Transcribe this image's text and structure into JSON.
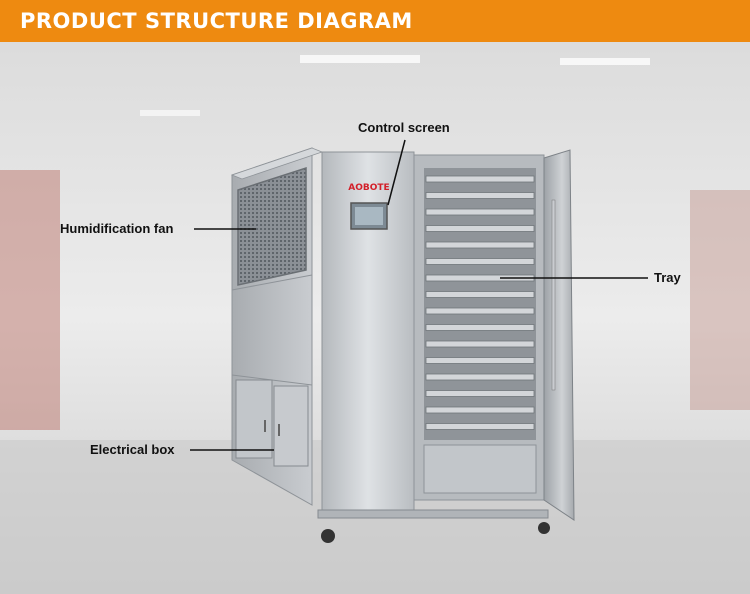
{
  "header": {
    "title": "PRODUCT STRUCTURE DIAGRAM"
  },
  "brand": {
    "logo_text": "AOBOTE",
    "logo_color": "#d3202a"
  },
  "callouts": {
    "control_screen": "Control screen",
    "humidification_fan": "Humidification fan",
    "tray": "Tray",
    "electrical_box": "Electrical box"
  },
  "colors": {
    "accent": "#ee8a10",
    "steel": "#c4c7cb",
    "steel_dark": "#9ea3a8"
  }
}
